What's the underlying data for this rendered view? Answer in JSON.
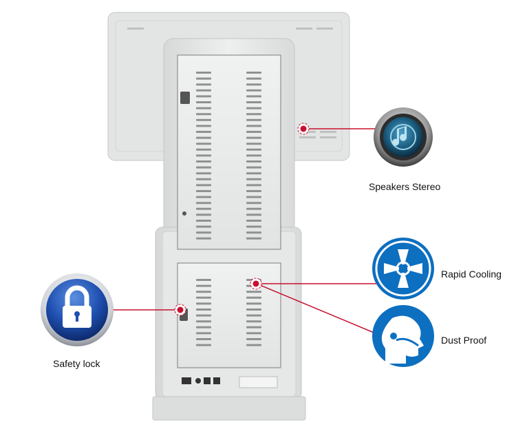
{
  "callouts": {
    "speakers": {
      "label": "Speakers Stereo",
      "icon": "speaker-icon"
    },
    "cooling": {
      "label": "Rapid Cooling",
      "icon": "fan-icon"
    },
    "dust": {
      "label": "Dust Proof",
      "icon": "mask-head-icon"
    },
    "lock": {
      "label": "Safety lock",
      "icon": "padlock-icon"
    }
  },
  "colors": {
    "callout_line": "#c8102e",
    "badge_blue": "#0d6fc0",
    "lock_blue": "#1c4fa8",
    "kiosk_body": "#e9eaea"
  }
}
